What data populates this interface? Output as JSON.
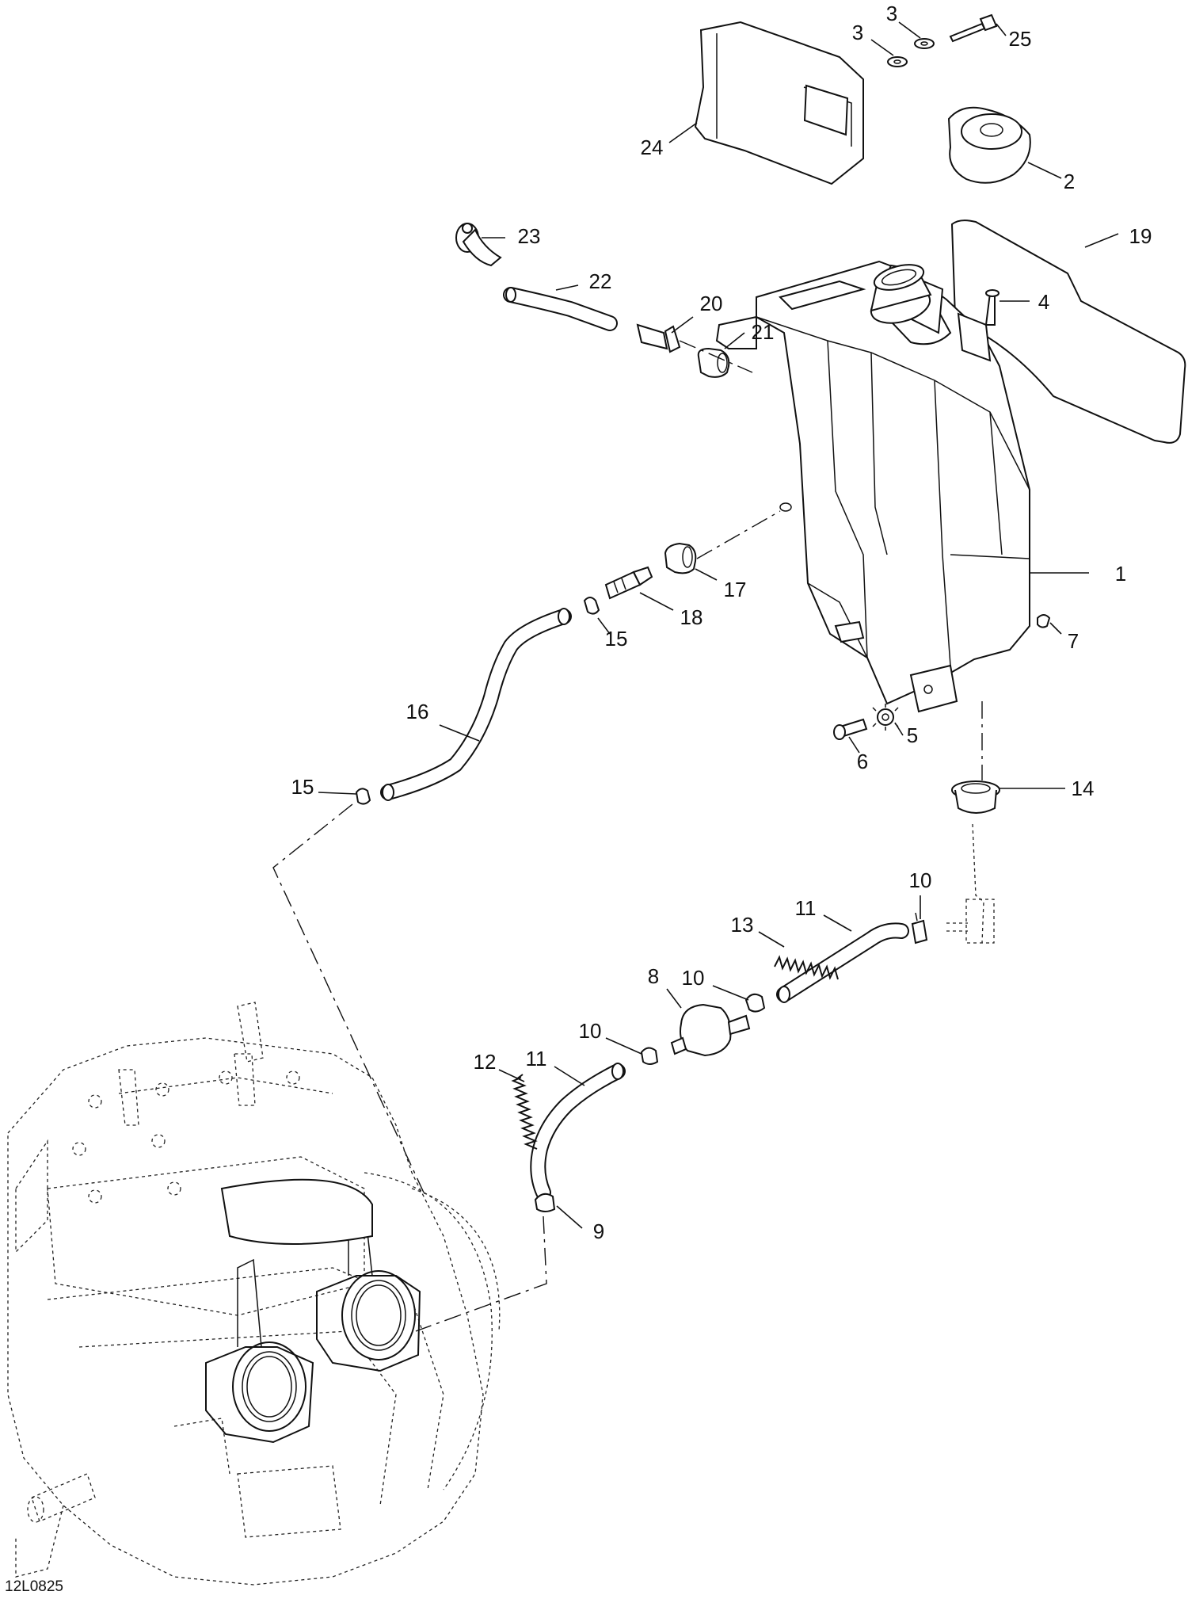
{
  "diagram": {
    "reference_code": "12L0825",
    "callouts": [
      {
        "id": "c1",
        "label": "1"
      },
      {
        "id": "c2",
        "label": "2"
      },
      {
        "id": "c3a",
        "label": "3"
      },
      {
        "id": "c3b",
        "label": "3"
      },
      {
        "id": "c4",
        "label": "4"
      },
      {
        "id": "c5",
        "label": "5"
      },
      {
        "id": "c6",
        "label": "6"
      },
      {
        "id": "c7",
        "label": "7"
      },
      {
        "id": "c8",
        "label": "8"
      },
      {
        "id": "c9",
        "label": "9"
      },
      {
        "id": "c10a",
        "label": "10"
      },
      {
        "id": "c10b",
        "label": "10"
      },
      {
        "id": "c10c",
        "label": "10"
      },
      {
        "id": "c11a",
        "label": "11"
      },
      {
        "id": "c11b",
        "label": "11"
      },
      {
        "id": "c12",
        "label": "12"
      },
      {
        "id": "c13",
        "label": "13"
      },
      {
        "id": "c14",
        "label": "14"
      },
      {
        "id": "c15a",
        "label": "15"
      },
      {
        "id": "c15b",
        "label": "15"
      },
      {
        "id": "c16",
        "label": "16"
      },
      {
        "id": "c17",
        "label": "17"
      },
      {
        "id": "c18",
        "label": "18"
      },
      {
        "id": "c19",
        "label": "19"
      },
      {
        "id": "c20",
        "label": "20"
      },
      {
        "id": "c21",
        "label": "21"
      },
      {
        "id": "c22",
        "label": "22"
      },
      {
        "id": "c23",
        "label": "23"
      },
      {
        "id": "c24",
        "label": "24"
      },
      {
        "id": "c25",
        "label": "25"
      }
    ]
  }
}
